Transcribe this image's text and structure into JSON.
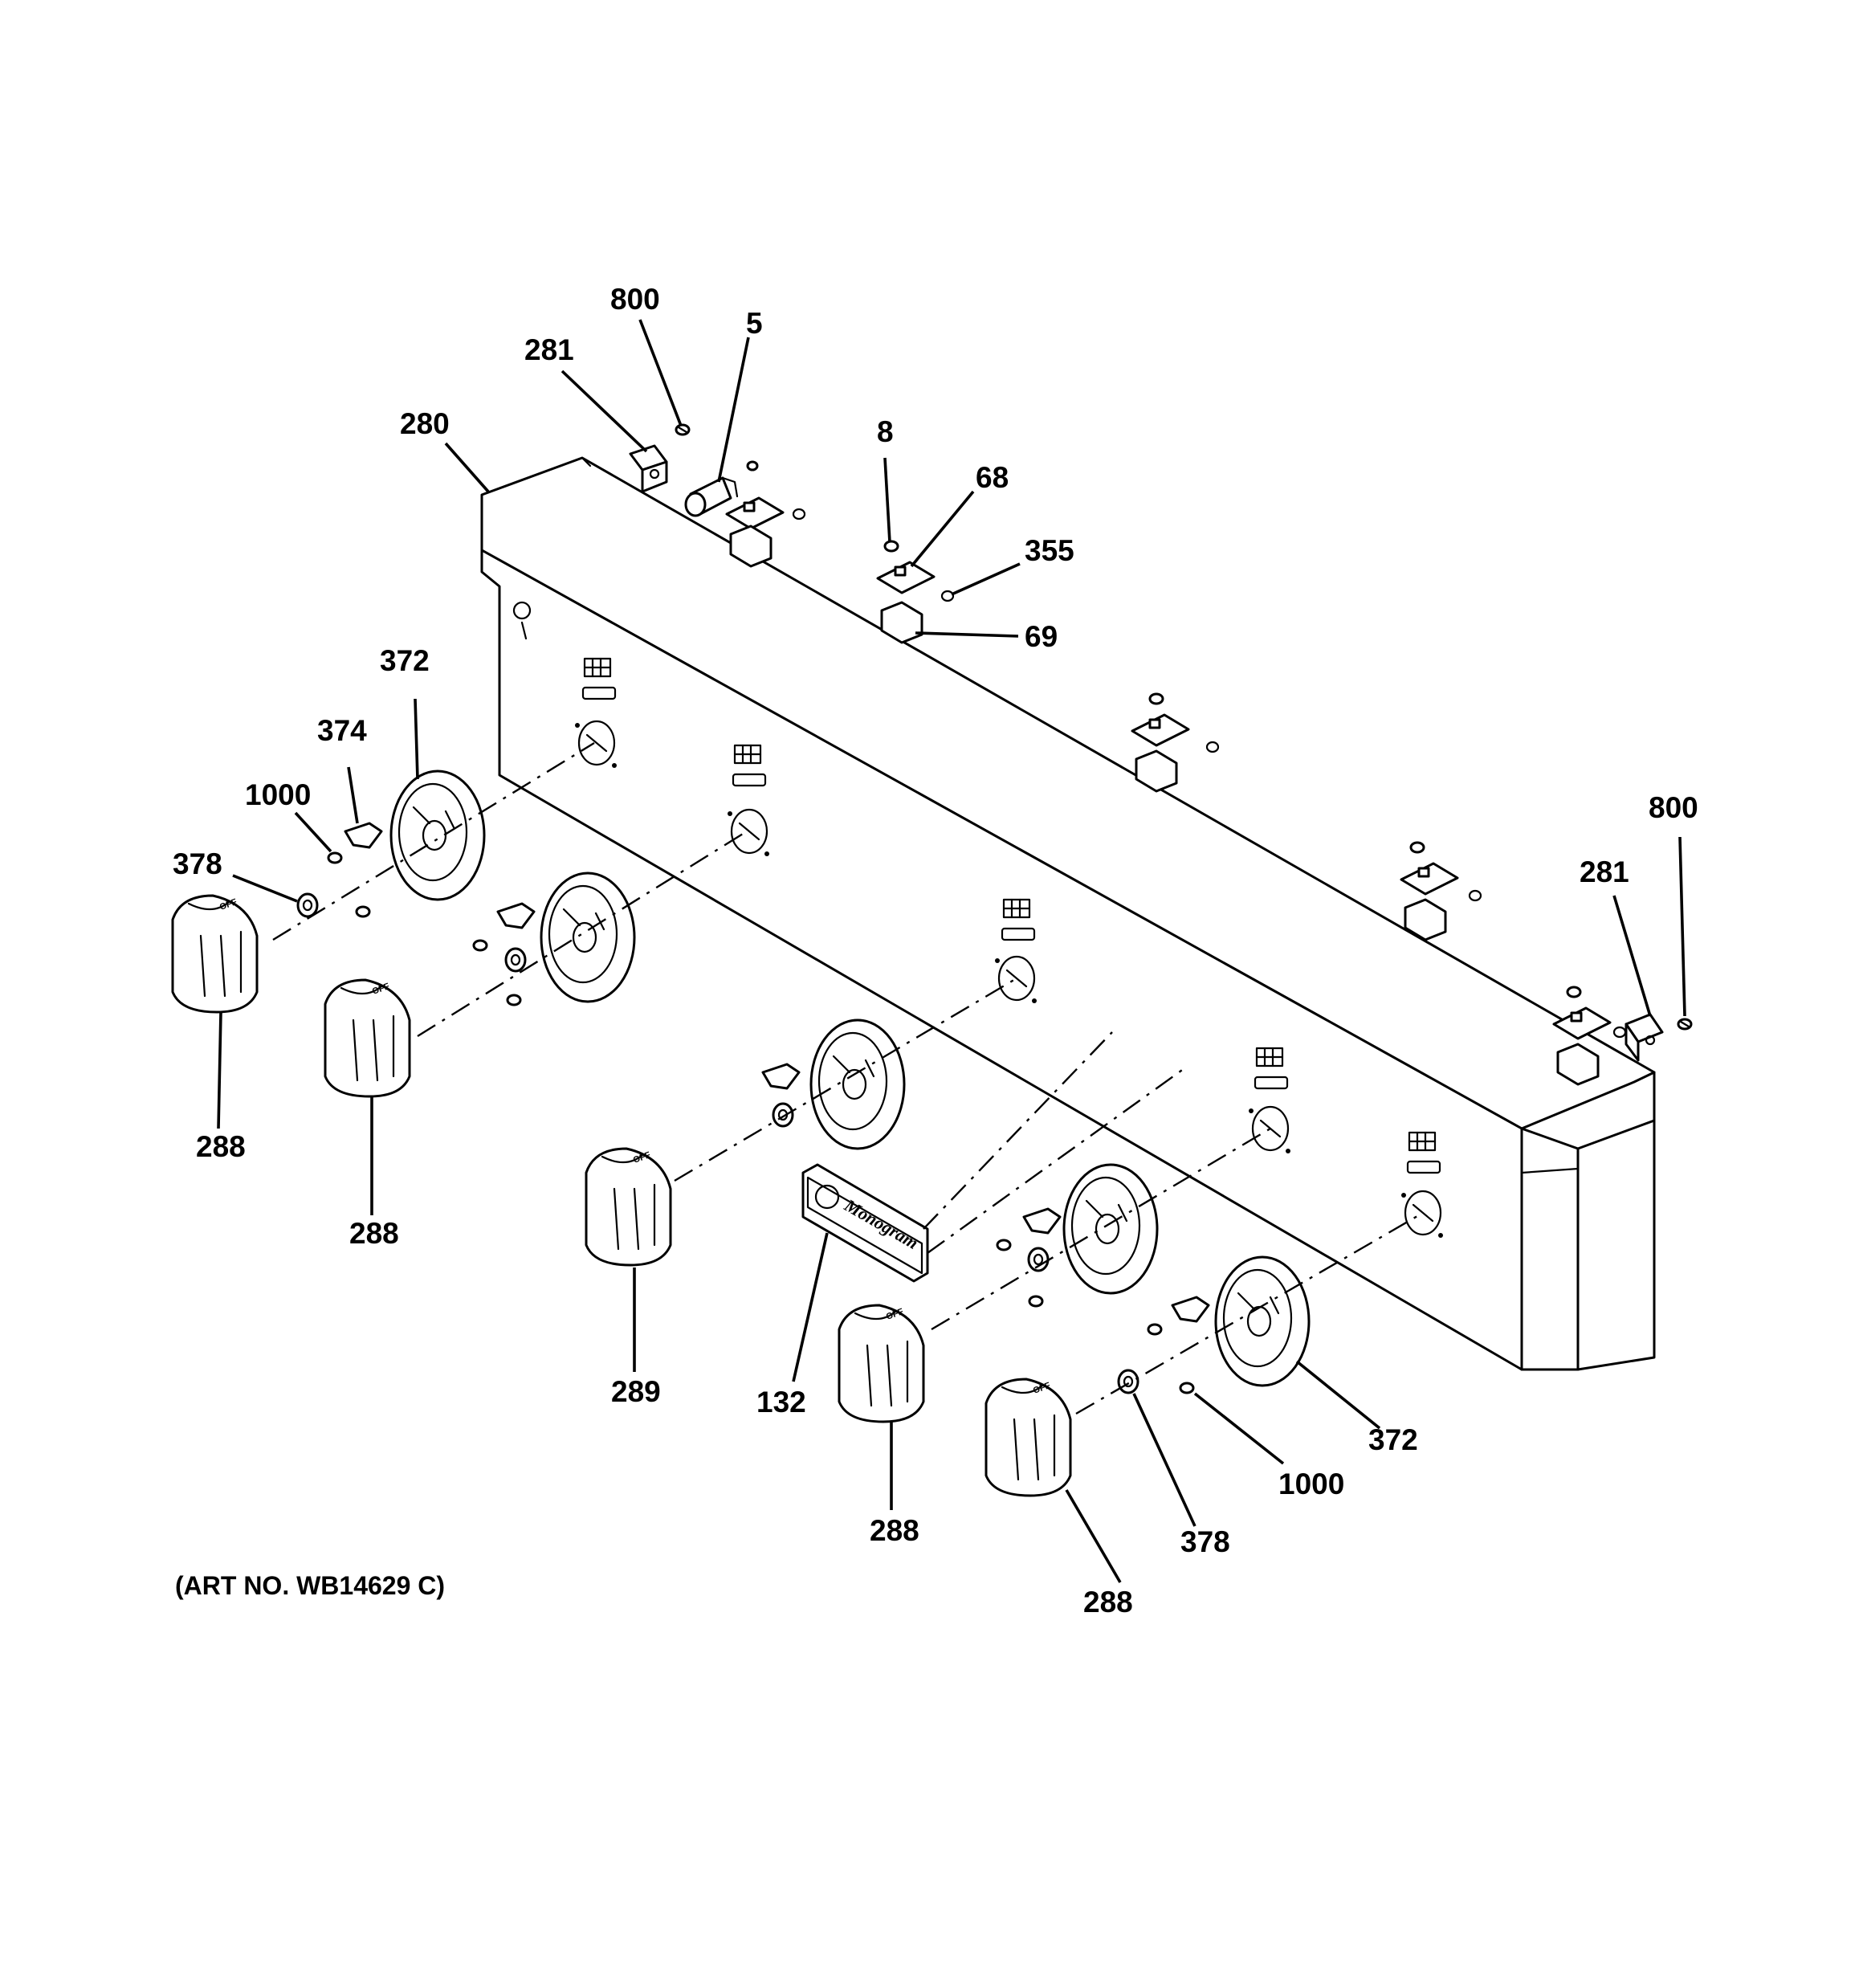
{
  "art_number": "(ART NO. WB14629 C)",
  "logo_text": "Monogram",
  "knob_marking": "OFF",
  "callouts": [
    "800",
    "281",
    "5",
    "280",
    "8",
    "68",
    "355",
    "69",
    "372",
    "374",
    "1000",
    "378",
    "800",
    "281",
    "288",
    "288",
    "289",
    "132",
    "288",
    "372",
    "1000",
    "378",
    "288"
  ]
}
